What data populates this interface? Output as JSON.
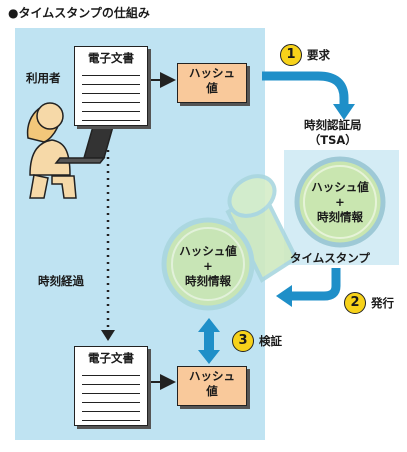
{
  "title": "●タイムスタンプの仕組み",
  "user_label": "利用者",
  "doc_top": "電子文書",
  "hash_top": [
    "ハッシュ",
    "値"
  ],
  "step1": {
    "num": "1",
    "label": "要求"
  },
  "tsa": [
    "時刻認証局",
    "（TSA）"
  ],
  "stamp_text": [
    "ハッシュ値",
    "+",
    "時刻情報"
  ],
  "stamp_caption": "タイムスタンプ",
  "step2": {
    "num": "2",
    "label": "発行"
  },
  "elapsed": "時刻経過",
  "stamp2_text": [
    "ハッシュ値",
    "+",
    "時刻情報"
  ],
  "step3": {
    "num": "3",
    "label": "検証"
  },
  "doc_bottom": "電子文書",
  "hash_bottom": [
    "ハッシュ",
    "値"
  ],
  "colors": {
    "panel_blue": "#bfe3f2",
    "tsa_blue": "#d4ecf5",
    "arrow_blue": "#1f8fc8",
    "hash_orange": "#f9c99b",
    "stamp_green": "#c9e6b0",
    "badge_yellow": "#f7d21a"
  }
}
